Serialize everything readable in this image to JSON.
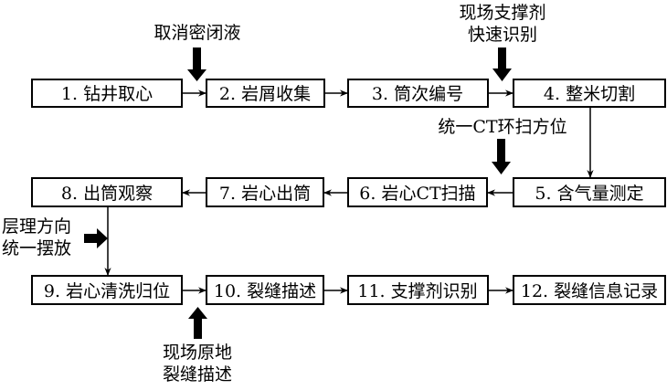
{
  "steps": [
    {
      "id": 1,
      "label": "1. 钻井取心"
    },
    {
      "id": 2,
      "label": "2. 岩屑收集"
    },
    {
      "id": 3,
      "label": "3. 筒次编号"
    },
    {
      "id": 4,
      "label": "4. 整米切割"
    },
    {
      "id": 5,
      "label": "5. 含气量测定"
    },
    {
      "id": 6,
      "label": "6. 岩心CT扫描"
    },
    {
      "id": 7,
      "label": "7. 岩心出筒"
    },
    {
      "id": 8,
      "label": "8. 出筒观察"
    },
    {
      "id": 9,
      "label": "9. 岩心清洗归位"
    },
    {
      "id": 10,
      "label": "10. 裂缝描述"
    },
    {
      "id": 11,
      "label": "11. 支撑剂识别"
    },
    {
      "id": 12,
      "label": "12. 裂缝信息记录"
    }
  ],
  "annotations": {
    "cancel_sealing": {
      "lines": [
        "取消密闭液"
      ],
      "target_between": [
        1,
        2
      ]
    },
    "proppant_quick_id": {
      "lines": [
        "现场支撑剂",
        "快速识别"
      ],
      "target_between": [
        3,
        4
      ]
    },
    "ct_orientation": {
      "lines": [
        "统一CT环扫方位"
      ],
      "target_between": [
        5,
        6
      ]
    },
    "bedding_direction": {
      "lines": [
        "层理方向",
        "统一摆放"
      ],
      "target_between": [
        8,
        9
      ]
    },
    "onsite_fracture": {
      "lines": [
        "现场原地",
        "裂缝描述"
      ],
      "target_between": [
        9,
        10
      ]
    }
  },
  "connections": [
    [
      1,
      2
    ],
    [
      2,
      3
    ],
    [
      3,
      4
    ],
    [
      4,
      5
    ],
    [
      5,
      6
    ],
    [
      6,
      7
    ],
    [
      7,
      8
    ],
    [
      8,
      9
    ],
    [
      9,
      10
    ],
    [
      10,
      11
    ],
    [
      11,
      12
    ]
  ]
}
